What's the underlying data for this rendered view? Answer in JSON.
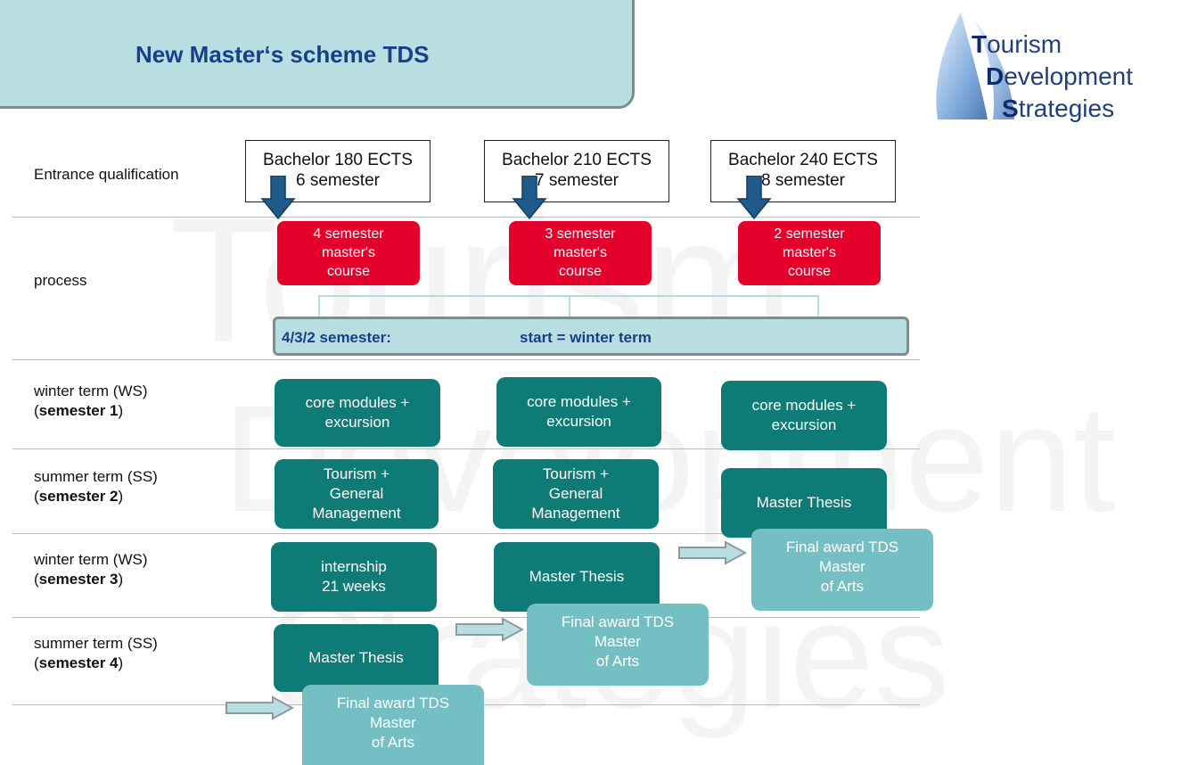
{
  "title": "New Master‘s scheme TDS",
  "logo": {
    "line1": "Tourism",
    "line2": "Development",
    "line3": "Strategies"
  },
  "watermark": {
    "line1": "Tourism",
    "line2": "Development",
    "line3": "Strategies"
  },
  "rows": {
    "entrance": "Entrance qualification",
    "process": "process",
    "s1_term": "winter term (WS)",
    "s1_sem": "semester 1",
    "s2_term": "summer term (SS)",
    "s2_sem": "semester 2",
    "s3_term": "winter term (WS)",
    "s3_sem": "semester 3",
    "s4_term": "summer term (SS)",
    "s4_sem": "semester 4"
  },
  "columns": [
    {
      "bachelor_ects": "Bachelor 180 ECTS",
      "bachelor_sem": "6 semester",
      "course_l1": "4 semester",
      "course_l2": "master's",
      "course_l3": "course",
      "sem1_l1": "core modules +",
      "sem1_l2": "excursion",
      "sem2_l1": "Tourism +",
      "sem2_l2": "General",
      "sem2_l3": "Management",
      "sem3_l1": "internship",
      "sem3_l2": "21 weeks",
      "sem4": "Master Thesis"
    },
    {
      "bachelor_ects": "Bachelor 210 ECTS",
      "bachelor_sem": "7 semester",
      "course_l1": "3 semester",
      "course_l2": "master's",
      "course_l3": "course",
      "sem1_l1": "core modules +",
      "sem1_l2": "excursion",
      "sem2_l1": "Tourism +",
      "sem2_l2": "General",
      "sem2_l3": "Management",
      "sem3": "Master Thesis"
    },
    {
      "bachelor_ects": "Bachelor 240 ECTS",
      "bachelor_sem": "8 semester",
      "course_l1": "2 semester",
      "course_l2": "master's",
      "course_l3": "course",
      "sem1_l1": "core modules +",
      "sem1_l2": "excursion",
      "sem2": "Master Thesis"
    }
  ],
  "start_bar": {
    "left": "4/3/2 semester:",
    "right": "start = winter term"
  },
  "award": {
    "l1": "Final award  TDS",
    "l2": "Master",
    "l3": "of Arts"
  },
  "colors": {
    "title_fill": "#b9dee2",
    "title_text": "#173f8a",
    "course_red": "#e4002b",
    "module_teal": "#0e7b76",
    "award_teal": "#74bfc3",
    "arrow_blue": "#1f5a8a"
  }
}
